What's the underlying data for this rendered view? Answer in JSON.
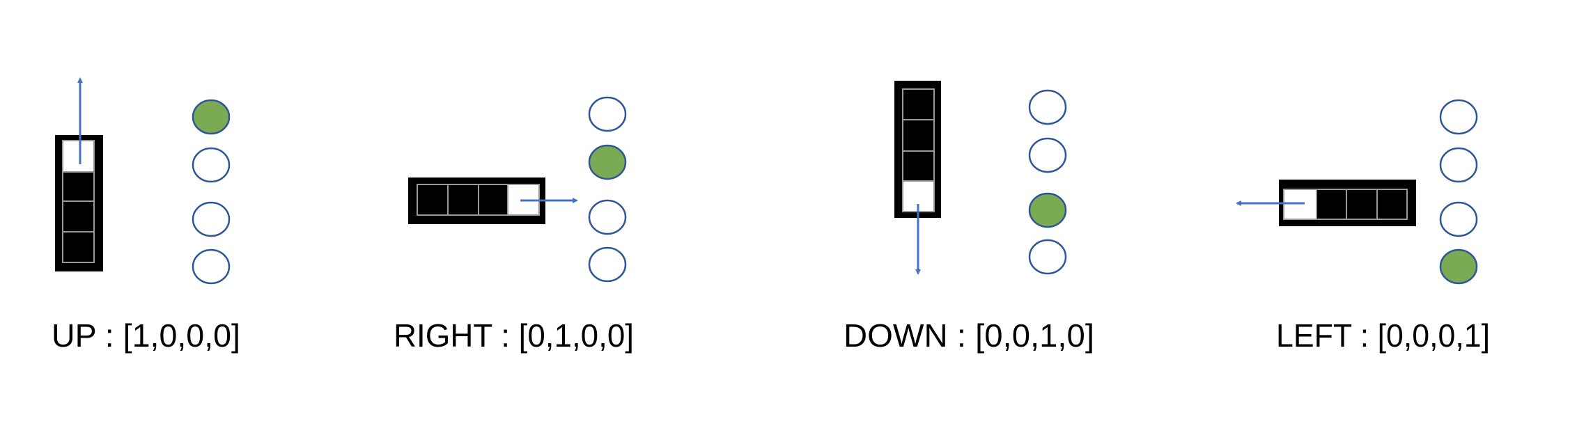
{
  "colors": {
    "active": "#7BAA55",
    "outline": "#2F5597",
    "arrow": "#4472C4",
    "bar": "#000000"
  },
  "panels": [
    {
      "direction": "up",
      "label": "UP : [1,0,0,0]",
      "vector": [
        1,
        0,
        0,
        0
      ]
    },
    {
      "direction": "right",
      "label": "RIGHT : [0,1,0,0]",
      "vector": [
        0,
        1,
        0,
        0
      ]
    },
    {
      "direction": "down",
      "label": "DOWN : [0,0,1,0]",
      "vector": [
        0,
        0,
        1,
        0
      ]
    },
    {
      "direction": "left",
      "label": "LEFT : [0,0,0,1]",
      "vector": [
        0,
        0,
        0,
        1
      ]
    }
  ]
}
